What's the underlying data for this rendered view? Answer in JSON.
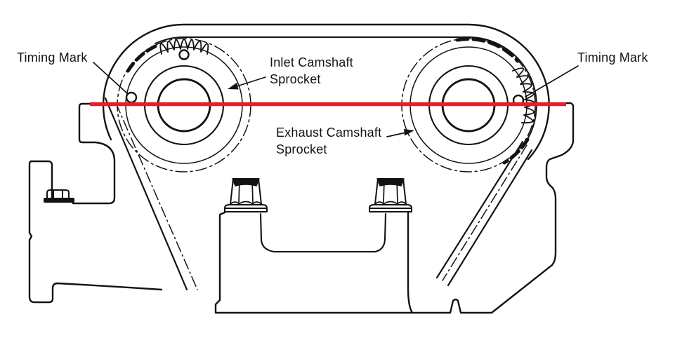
{
  "figure": {
    "kind": "camshaft-timing-diagram",
    "annotations": {
      "timing_mark_left": {
        "text": "Timing Mark"
      },
      "inlet_sprocket": {
        "line1": "Inlet Camshaft",
        "line2": "Sprocket"
      },
      "exhaust_sprocket": {
        "line1": "Exhaust Camshaft",
        "line2": "Sprocket"
      },
      "timing_mark_right": {
        "text": "Timing Mark"
      }
    },
    "colors": {
      "ink": "#131313",
      "alignment_line": "#ed1c24",
      "background": "#ffffff"
    }
  }
}
